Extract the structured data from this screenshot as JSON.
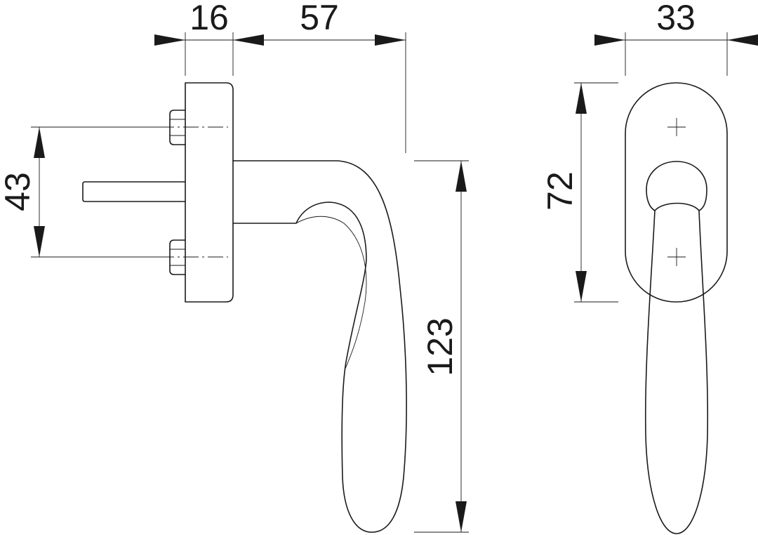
{
  "dimensions": {
    "rose_width": "16",
    "projection": "57",
    "rose_width_front": "33",
    "screw_spacing": "43",
    "rose_height": "72",
    "handle_length": "123"
  },
  "colors": {
    "line": "#1a1a1a",
    "background": "#ffffff"
  }
}
